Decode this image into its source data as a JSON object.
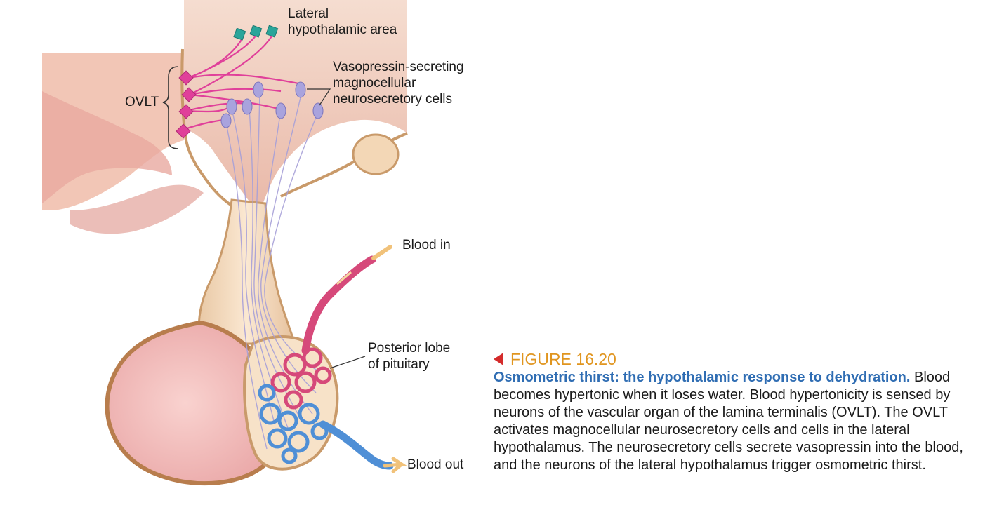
{
  "labels": {
    "lateral_hypothalamic_area": "Lateral\nhypothalamic area",
    "vasopressin_cells": "Vasopressin-secreting\nmagnocellular\nneurosecretory cells",
    "ovlt": "OVLT",
    "blood_in": "Blood in",
    "posterior_lobe": "Posterior lobe\nof pituitary",
    "blood_out": "Blood out"
  },
  "caption": {
    "figure_number": "FIGURE 16.20",
    "title": "Osmometric thirst: the hypothalamic response to dehydration.",
    "body": " Blood becomes hypertonic when it loses water. Blood hypertonicity is sensed by neurons of the vascular organ of the lamina terminalis (OVLT). The OVLT activates magnocellular neurosecretory cells and cells in the lateral hypothalamus. The neurosecretory cells secrete vasopressin into the blood, and the neurons of the lateral hypothalamus trigger osmometric thirst."
  },
  "colors": {
    "tissue": "#f6dcc0",
    "tissue_edge": "#c99a6a",
    "pituitary_pink": "#f0b0b4",
    "ovlt_cell": "#e0409a",
    "vasopressin_cell": "#9f9ad6",
    "lateral_cell": "#2aa59a",
    "artery": "#d6497a",
    "vein": "#4f8fd6",
    "caption_head": "#e0951f",
    "caption_title": "#2f6db3",
    "arrow_red": "#d42b2b"
  }
}
